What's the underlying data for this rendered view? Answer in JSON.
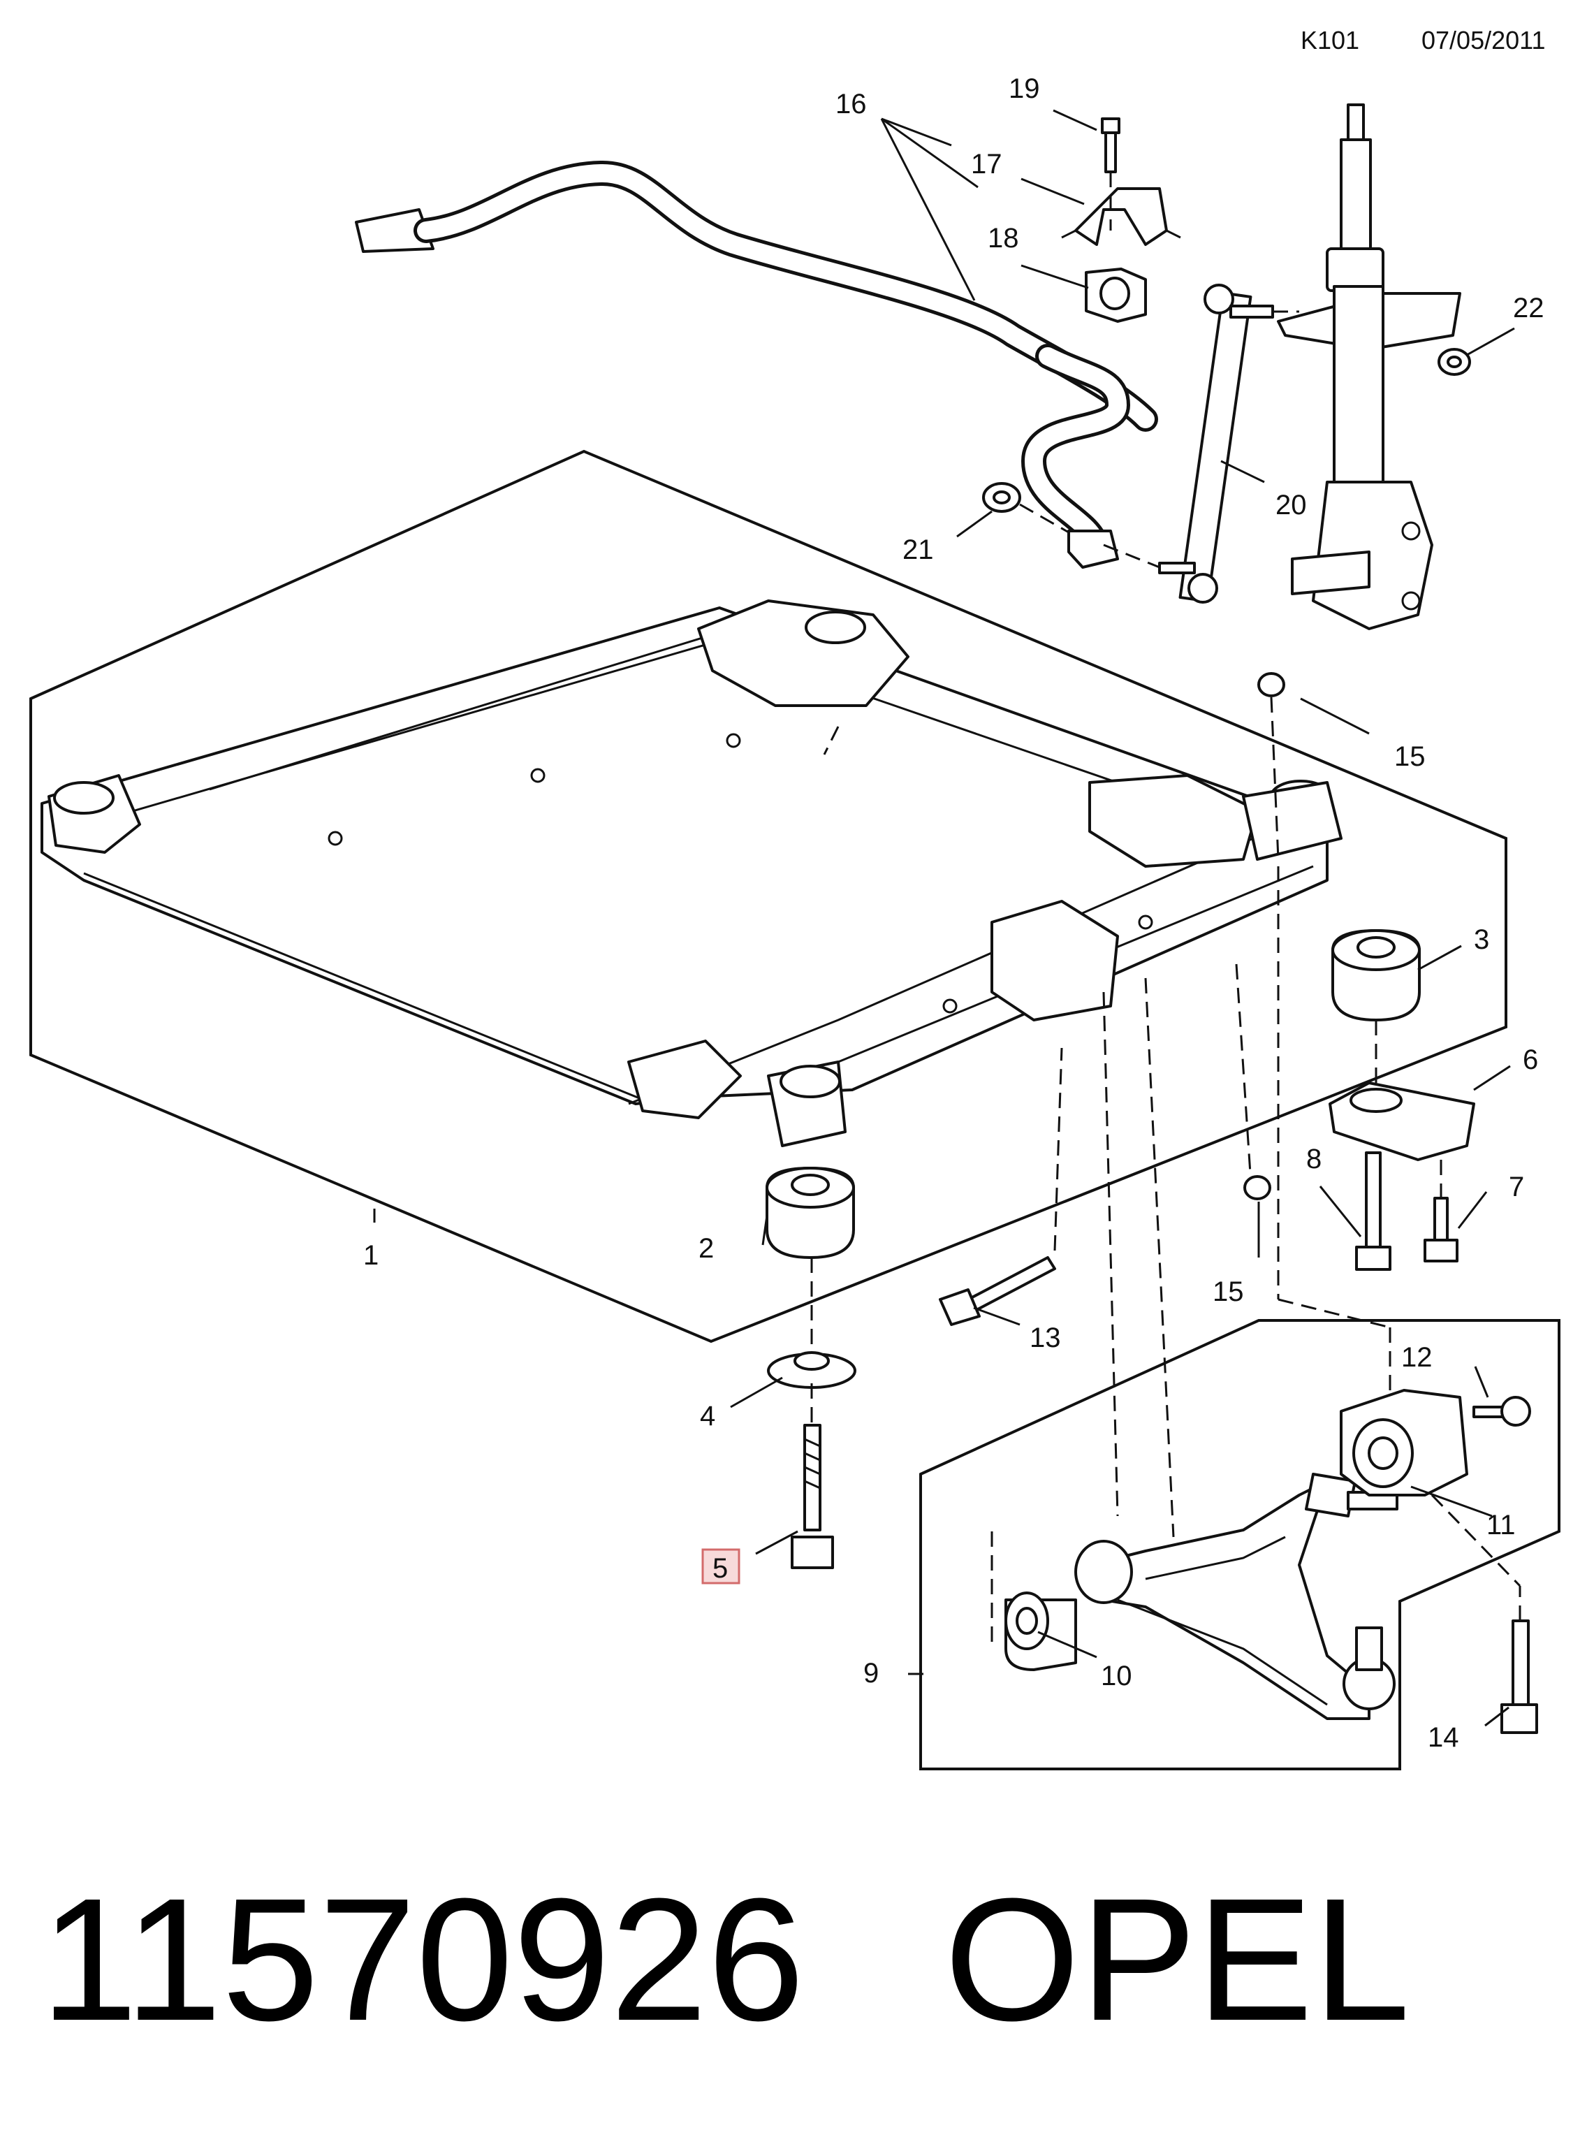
{
  "header": {
    "code": "K101",
    "date": "07/05/2011"
  },
  "callouts": [
    {
      "id": "c1",
      "label": "1"
    },
    {
      "id": "c2",
      "label": "2"
    },
    {
      "id": "c3",
      "label": "3"
    },
    {
      "id": "c4",
      "label": "4"
    },
    {
      "id": "c5",
      "label": "5",
      "highlighted": true
    },
    {
      "id": "c6",
      "label": "6"
    },
    {
      "id": "c7",
      "label": "7"
    },
    {
      "id": "c8",
      "label": "8"
    },
    {
      "id": "c9",
      "label": "9"
    },
    {
      "id": "c10",
      "label": "10"
    },
    {
      "id": "c11",
      "label": "11"
    },
    {
      "id": "c12",
      "label": "12"
    },
    {
      "id": "c13",
      "label": "13"
    },
    {
      "id": "c14",
      "label": "14"
    },
    {
      "id": "c15a",
      "label": "15"
    },
    {
      "id": "c15b",
      "label": "15"
    },
    {
      "id": "c16",
      "label": "16"
    },
    {
      "id": "c17",
      "label": "17"
    },
    {
      "id": "c18",
      "label": "18"
    },
    {
      "id": "c19",
      "label": "19"
    },
    {
      "id": "c20",
      "label": "20"
    },
    {
      "id": "c21",
      "label": "21"
    },
    {
      "id": "c22",
      "label": "22"
    }
  ],
  "footer": {
    "part_number": "11570926",
    "brand": "OPEL"
  },
  "colors": {
    "line": "#111111",
    "highlight_fill": "#f7dada",
    "highlight_border": "#d36b6b"
  }
}
